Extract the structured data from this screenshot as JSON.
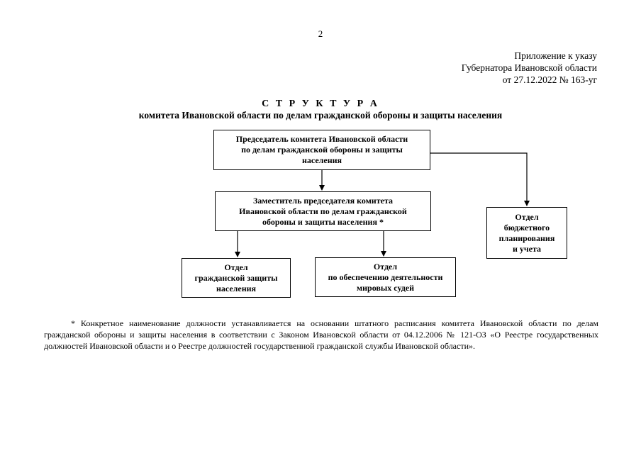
{
  "page_number": "2",
  "appendix": [
    "Приложение к указу",
    "Губернатора Ивановской области",
    "от 27.12.2022 № 163-уг"
  ],
  "title": {
    "main": "С Т Р У К Т У Р А",
    "subtitle": "комитета Ивановской области по делам гражданской обороны и защиты населения"
  },
  "org_chart": {
    "chairman": [
      "Председатель комитета Ивановской области",
      "по делам гражданской обороны и защиты",
      "населения"
    ],
    "deputy": [
      "Заместитель председателя комитета",
      "Ивановской области по делам гражданской",
      "обороны и защиты населения *"
    ],
    "budget_department": [
      "Отдел",
      "бюджетного",
      "планирования",
      "и учета"
    ],
    "civil_protection_department": [
      "Отдел",
      "гражданской защиты",
      "населения"
    ],
    "courts_department": [
      "Отдел",
      "по обеспечению деятельности",
      "мировых судей"
    ]
  },
  "footnote": "* Конкретное наименование должности устанавливается на основании штатного расписания комитета Ивановской области по делам гражданской обороны и защиты населения в соответствии с Законом Ивановской области от 04.12.2006 № 121-ОЗ «О Реестре государственных должностей Ивановской области и о Реестре должностей государственной гражданской службы Ивановской области»."
}
